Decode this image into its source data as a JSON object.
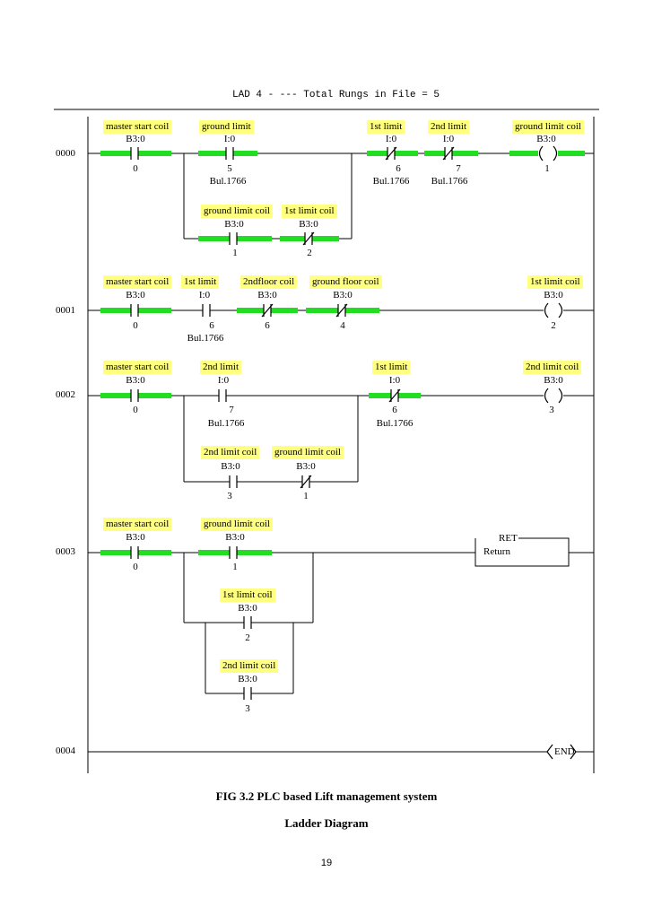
{
  "header": {
    "title": "LAD 4 - --- Total Rungs in File = 5"
  },
  "rungs": {
    "r0": {
      "number": "0000",
      "master": {
        "name": "master start coil",
        "addr": "B3:0",
        "bit": "0"
      },
      "ground_limit": {
        "name": "ground limit",
        "addr": "I:0",
        "bit": "5",
        "cat": "Bul.1766"
      },
      "first_limit": {
        "name": "1st limit",
        "addr": "I:0",
        "bit": "6",
        "cat": "Bul.1766"
      },
      "second_limit": {
        "name": "2nd limit",
        "addr": "I:0",
        "bit": "7",
        "cat": "Bul.1766"
      },
      "coil": {
        "name": "ground limit coil",
        "addr": "B3:0",
        "bit": "1"
      },
      "branch_ground_coil": {
        "name": "ground limit coil",
        "addr": "B3:0",
        "bit": "1"
      },
      "branch_first_coil": {
        "name": "1st limit coil",
        "addr": "B3:0",
        "bit": "2"
      }
    },
    "r1": {
      "number": "0001",
      "master": {
        "name": "master start coil",
        "addr": "B3:0",
        "bit": "0"
      },
      "first_limit": {
        "name": "1st limit",
        "addr": "I:0",
        "bit": "6",
        "cat": "Bul.1766"
      },
      "second_floor_coil": {
        "name": "2ndfloor coil",
        "addr": "B3:0",
        "bit": "6"
      },
      "ground_floor_coil": {
        "name": "ground floor coil",
        "addr": "B3:0",
        "bit": "4"
      },
      "coil": {
        "name": "1st limit coil",
        "addr": "B3:0",
        "bit": "2"
      }
    },
    "r2": {
      "number": "0002",
      "master": {
        "name": "master start coil",
        "addr": "B3:0",
        "bit": "0"
      },
      "second_limit": {
        "name": "2nd limit",
        "addr": "I:0",
        "bit": "7",
        "cat": "Bul.1766"
      },
      "first_limit": {
        "name": "1st limit",
        "addr": "I:0",
        "bit": "6",
        "cat": "Bul.1766"
      },
      "coil": {
        "name": "2nd limit coil",
        "addr": "B3:0",
        "bit": "3"
      },
      "branch_second_coil": {
        "name": "2nd limit coil",
        "addr": "B3:0",
        "bit": "3"
      },
      "branch_ground_coil": {
        "name": "ground limit coil",
        "addr": "B3:0",
        "bit": "1"
      }
    },
    "r3": {
      "number": "0003",
      "master": {
        "name": "master start coil",
        "addr": "B3:0",
        "bit": "0"
      },
      "ground_coil": {
        "name": "ground limit coil",
        "addr": "B3:0",
        "bit": "1"
      },
      "first_coil": {
        "name": "1st limit coil",
        "addr": "B3:0",
        "bit": "2"
      },
      "second_coil": {
        "name": "2nd limit coil",
        "addr": "B3:0",
        "bit": "3"
      },
      "ret": {
        "title": "RET",
        "label": "Return"
      }
    },
    "r4": {
      "number": "0004",
      "end": "END"
    }
  },
  "caption": {
    "line1": "FIG 3.2 PLC based Lift management system",
    "line2": "Ladder Diagram"
  },
  "page_number": "19",
  "colors": {
    "energized": "#22dd22",
    "label_bg": "#ffff80"
  }
}
